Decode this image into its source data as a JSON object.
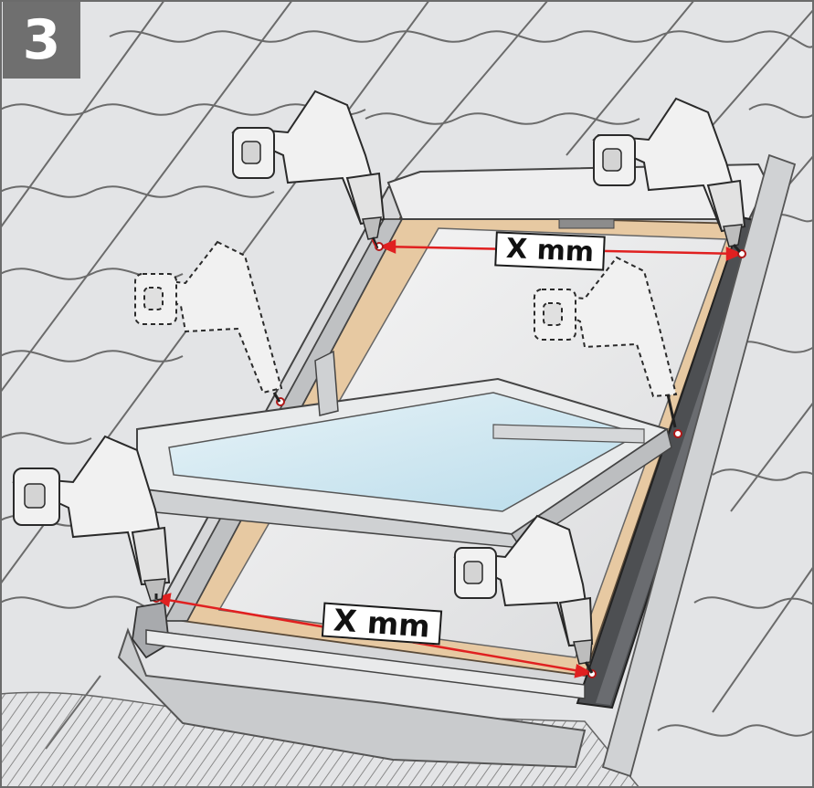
{
  "step": {
    "number": "3"
  },
  "dimensions": {
    "top_label": "X mm",
    "bottom_label": "X mm"
  },
  "colors": {
    "roof_tile": "#e3e4e6",
    "tile_edge": "#6b6b6b",
    "badge": "#6f6f6f",
    "frame_wood": "#e7c9a2",
    "glass": "#cde6ef",
    "flashing": "#c9cbcd",
    "dark_rail": "#4d4f52",
    "measure_line": "#e02020",
    "drill_body": "#f1f1f1"
  },
  "icons": [
    "drill-icon",
    "screw-icon",
    "window-frame-icon",
    "roof-tiles-icon"
  ]
}
